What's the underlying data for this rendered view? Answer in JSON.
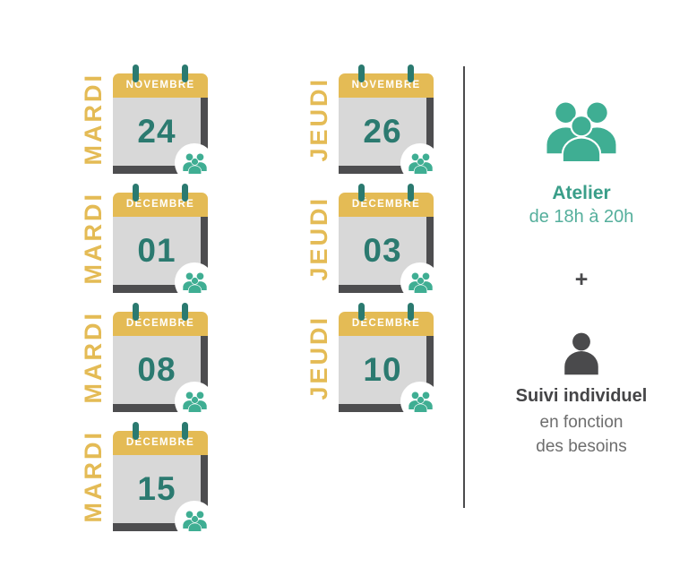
{
  "schedule": {
    "columns": [
      {
        "day": "MARDI",
        "dates": [
          {
            "month": "NOVEMBRE",
            "day_number": "24"
          },
          {
            "month": "DÉCEMBRE",
            "day_number": "01"
          },
          {
            "month": "DÉCEMBRE",
            "day_number": "08"
          },
          {
            "month": "DÉCEMBRE",
            "day_number": "15"
          }
        ]
      },
      {
        "day": "JEUDI",
        "dates": [
          {
            "month": "NOVEMBRE",
            "day_number": "26"
          },
          {
            "month": "DÉCEMBRE",
            "day_number": "03"
          },
          {
            "month": "DÉCEMBRE",
            "day_number": "10"
          }
        ]
      }
    ]
  },
  "side_panel": {
    "workshop_title": "Atelier",
    "workshop_time": "de 18h à 20h",
    "plus_sign": "+",
    "followup_title": "Suivi individuel",
    "followup_line1": "en fonction",
    "followup_line2": "des besoins"
  },
  "icons": {
    "group": "group-people-icon",
    "person": "person-icon",
    "calendar_pins": "calendar-pin-icon"
  },
  "colors": {
    "gold": "#E4BB55",
    "teal": "#3FAE93",
    "teal-dark": "#2B7A70",
    "teal-text": "#3A9E89",
    "dark": "#4A4A4C",
    "gray-text": "#6D6D6D",
    "cal-body": "#D8D8D8",
    "cal-frame": "#4D4D4F"
  }
}
